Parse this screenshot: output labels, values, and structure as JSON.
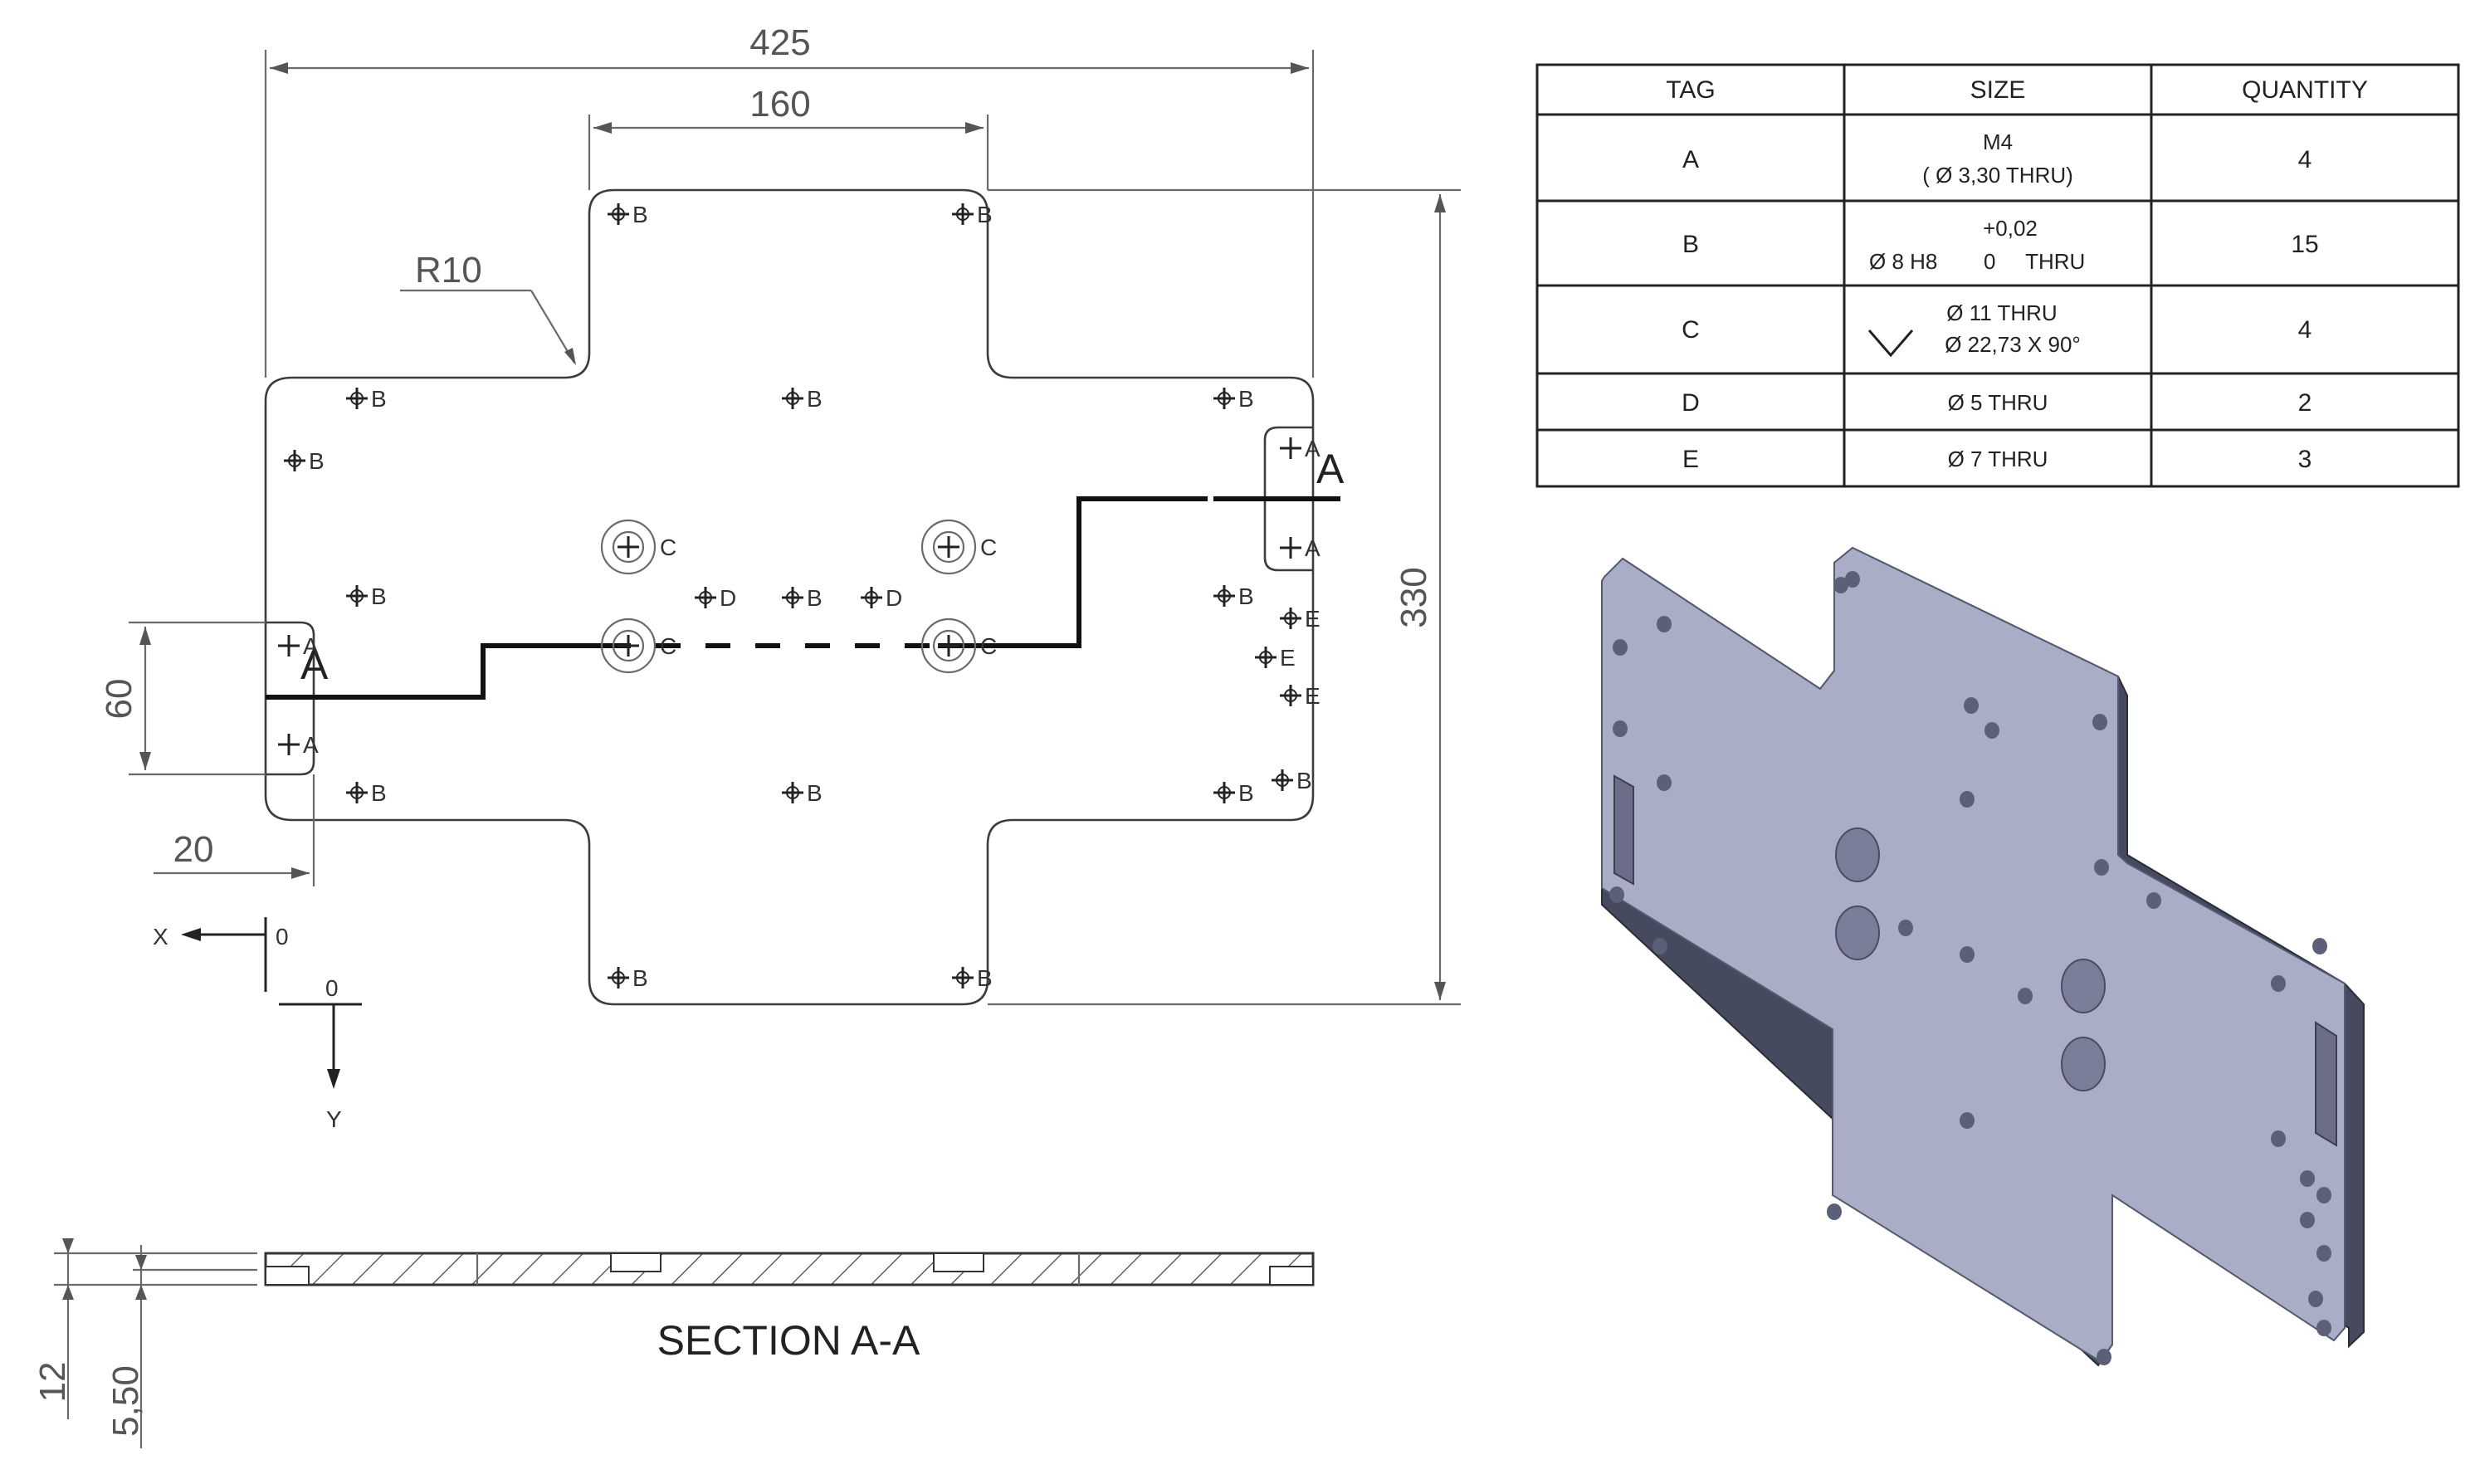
{
  "dimensions": {
    "overall_width": "425",
    "center_width": "160",
    "corner_radius": "R10",
    "overall_height": "330",
    "slot_height": "60",
    "slot_depth": "20",
    "thickness": "12",
    "pocket_depth": "5,50"
  },
  "axes": {
    "x": "X",
    "y": "Y",
    "origin": "0"
  },
  "section": {
    "marker": "A",
    "title": "SECTION A-A"
  },
  "hole_table": {
    "headers": [
      "TAG",
      "SIZE",
      "QUANTITY"
    ],
    "rows": [
      {
        "tag": "A",
        "size_line1": "M4",
        "size_line2": "( Ø 3,30 THRU)",
        "size_line3": "",
        "quantity": "4"
      },
      {
        "tag": "B",
        "size_line1": "+0,02",
        "size_line2": "Ø 8 H8",
        "size_line3": "0     THRU",
        "quantity": "15"
      },
      {
        "tag": "C",
        "size_line1": "Ø 11 THRU",
        "size_line2": "Ø 22,73 X 90°",
        "size_line3": "",
        "quantity": "4"
      },
      {
        "tag": "D",
        "size_line1": "Ø 5 THRU",
        "size_line2": "",
        "size_line3": "",
        "quantity": "2"
      },
      {
        "tag": "E",
        "size_line1": "Ø 7 THRU",
        "size_line2": "",
        "size_line3": "",
        "quantity": "3"
      }
    ]
  },
  "hole_labels": {
    "a": "A",
    "b": "B",
    "c": "C",
    "d": "D",
    "e": "E"
  },
  "colors": {
    "part_face": "#a9adc6",
    "part_edge": "#464a5e",
    "part_hole": "#5b5f78",
    "outline": "#3c3c3c"
  }
}
